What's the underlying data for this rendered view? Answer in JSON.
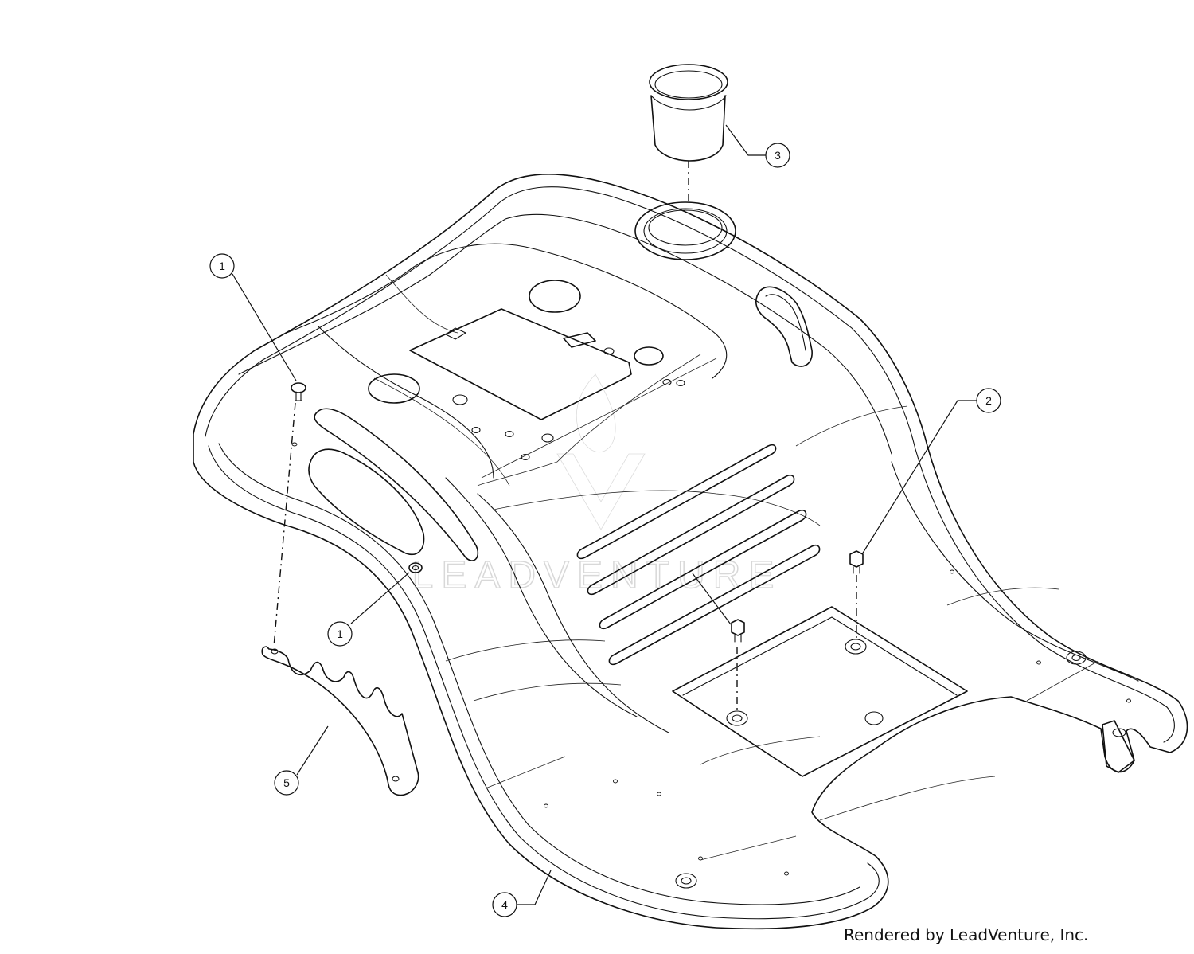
{
  "credit": "Rendered by LeadVenture, Inc.",
  "watermark": {
    "text": "LEADVENTURE",
    "color": "#d8d8d8"
  },
  "callouts": [
    {
      "label": "1"
    },
    {
      "label": "1"
    },
    {
      "label": "2"
    },
    {
      "label": "3"
    },
    {
      "label": "4"
    },
    {
      "label": "5"
    }
  ]
}
